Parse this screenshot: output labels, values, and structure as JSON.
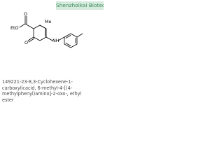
{
  "watermark": {
    "text": "Shenzhoikai Biotech"
  },
  "structure": {
    "atom_labels": {
      "methyl": "Me",
      "ester": "EtO",
      "oxo_upper": "O",
      "oxo_lower": "O",
      "amine": "NH"
    }
  },
  "caption": {
    "lines": [
      "149221-23-8,3-Cyclohexene-1-",
      "carboxylicacid, 6-methyl-4-[(4-",
      "methylphenyl)amino]-2-oxo-, ethyl",
      "ester"
    ]
  }
}
